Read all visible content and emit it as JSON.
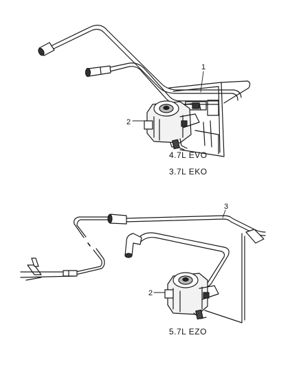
{
  "diagram": {
    "top": {
      "callouts": {
        "tube": "1",
        "canister": "2"
      },
      "engines": [
        "4.7L  EVO",
        "3.7L  EKO"
      ]
    },
    "bottom": {
      "callouts": {
        "tube": "3",
        "canister": "2"
      },
      "engines": [
        "5.7L  EZO"
      ]
    }
  }
}
